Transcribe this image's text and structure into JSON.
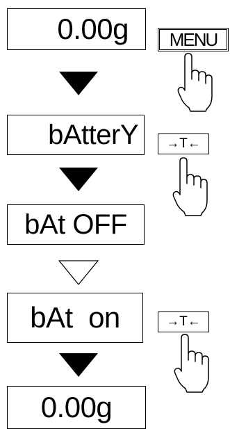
{
  "steps": [
    {
      "display": "0.00g"
    },
    {
      "display": "bAtterY"
    },
    {
      "display": "bAt OFF"
    },
    {
      "display": "bAt  on"
    },
    {
      "display": "0.00g"
    }
  ],
  "buttons": {
    "menu": "MENU",
    "tare_1": "→T←",
    "tare_2": "→T←"
  },
  "arrows": [
    "filled",
    "filled",
    "outline",
    "filled"
  ],
  "colors": {
    "ink": "#000000",
    "background": "#ffffff"
  }
}
